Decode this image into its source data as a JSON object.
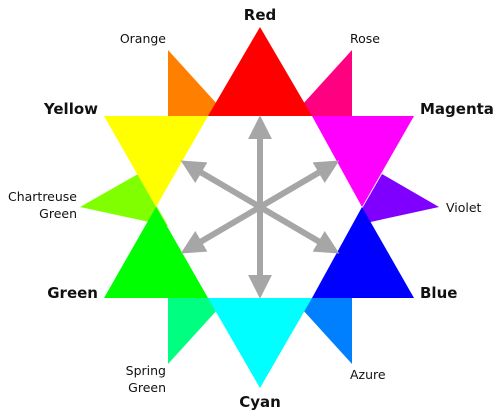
{
  "wheel": {
    "primaries": [
      {
        "id": "red",
        "label": "Red",
        "color": "#ff0000"
      },
      {
        "id": "magenta",
        "label": "Magenta",
        "color": "#ff00ff"
      },
      {
        "id": "blue",
        "label": "Blue",
        "color": "#0000ff"
      },
      {
        "id": "cyan",
        "label": "Cyan",
        "color": "#00ffff"
      },
      {
        "id": "green",
        "label": "Green",
        "color": "#00ff00"
      },
      {
        "id": "yellow",
        "label": "Yellow",
        "color": "#ffff00"
      }
    ],
    "tertiaries": [
      {
        "id": "rose",
        "lines": [
          "Rose"
        ],
        "color": "#ff0080"
      },
      {
        "id": "violet",
        "lines": [
          "Violet"
        ],
        "color": "#8000ff"
      },
      {
        "id": "azure",
        "lines": [
          "Azure"
        ],
        "color": "#0080ff"
      },
      {
        "id": "spring-green",
        "lines": [
          "Spring",
          "Green"
        ],
        "color": "#00ff80"
      },
      {
        "id": "chartreuse-green",
        "lines": [
          "Chartreuse",
          "Green"
        ],
        "color": "#80ff00"
      },
      {
        "id": "orange",
        "lines": [
          "Orange"
        ],
        "color": "#ff8000"
      }
    ],
    "arrow_color": "#a6a6a6"
  }
}
